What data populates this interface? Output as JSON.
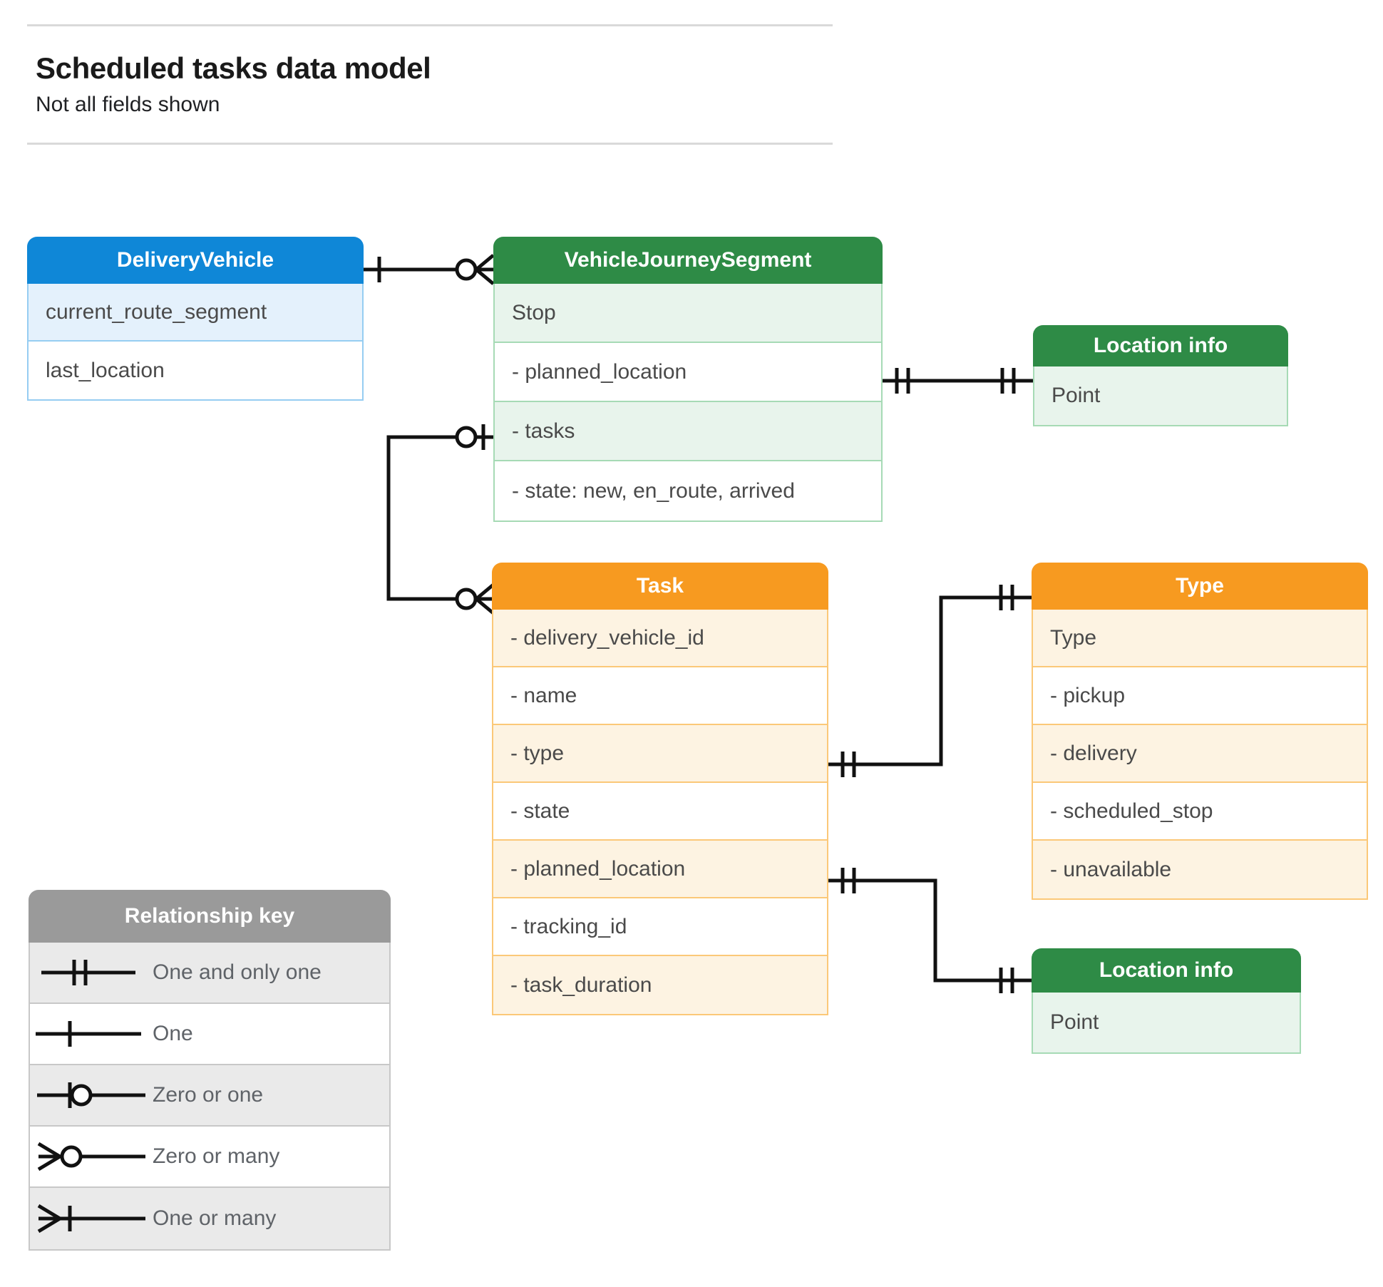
{
  "header": {
    "title": "Scheduled tasks data model",
    "subtitle": "Not all fields shown"
  },
  "entities": {
    "delivery_vehicle": {
      "title": "DeliveryVehicle",
      "color": "#0f87d7",
      "rows": [
        "current_route_segment",
        "last_location"
      ]
    },
    "vehicle_journey_segment": {
      "title": "VehicleJourneySegment",
      "color": "#2e8b46",
      "rows": [
        "Stop",
        "-  planned_location",
        "- tasks",
        "- state: new, en_route, arrived"
      ]
    },
    "location_info_top": {
      "title": "Location info",
      "color": "#2e8b46",
      "rows": [
        "Point"
      ]
    },
    "task": {
      "title": "Task",
      "color": "#f79a20",
      "rows": [
        "- delivery_vehicle_id",
        "- name",
        "- type",
        "- state",
        "- planned_location",
        "- tracking_id",
        "- task_duration"
      ]
    },
    "type": {
      "title": "Type",
      "color": "#f79a20",
      "rows": [
        "Type",
        "-   pickup",
        "-   delivery",
        "-   scheduled_stop",
        "-   unavailable"
      ]
    },
    "location_info_bottom": {
      "title": "Location info",
      "color": "#2e8b46",
      "rows": [
        "Point"
      ]
    }
  },
  "legend": {
    "title": "Relationship key",
    "color": "#9a9a9a",
    "items": [
      {
        "label": "One and only one",
        "symbol": "one-and-only-one-symbol"
      },
      {
        "label": "One",
        "symbol": "one-symbol"
      },
      {
        "label": "Zero or one",
        "symbol": "zero-or-one-symbol"
      },
      {
        "label": "Zero or many",
        "symbol": "zero-or-many-symbol"
      },
      {
        "label": "One or many",
        "symbol": "one-or-many-symbol"
      }
    ]
  },
  "relationships": [
    {
      "from": "DeliveryVehicle",
      "from_cardinality": "One",
      "to": "VehicleJourneySegment",
      "to_cardinality": "Zero or many"
    },
    {
      "from": "VehicleJourneySegment.planned_location",
      "from_cardinality": "One and only one",
      "to": "Location info",
      "to_cardinality": "One and only one"
    },
    {
      "from": "VehicleJourneySegment.tasks",
      "from_cardinality": "Zero or one",
      "to": "Task",
      "to_cardinality": "Zero or many"
    },
    {
      "from": "Task.type",
      "from_cardinality": "One and only one",
      "to": "Type",
      "to_cardinality": "One and only one"
    },
    {
      "from": "Task.planned_location",
      "from_cardinality": "One and only one",
      "to": "Location info",
      "to_cardinality": "One and only one"
    }
  ],
  "colors": {
    "blue": "#0f87d7",
    "green": "#2e8b46",
    "orange": "#f79a20",
    "grey": "#9a9a9a",
    "line": "#111111",
    "rule": "#d9d9d9"
  }
}
